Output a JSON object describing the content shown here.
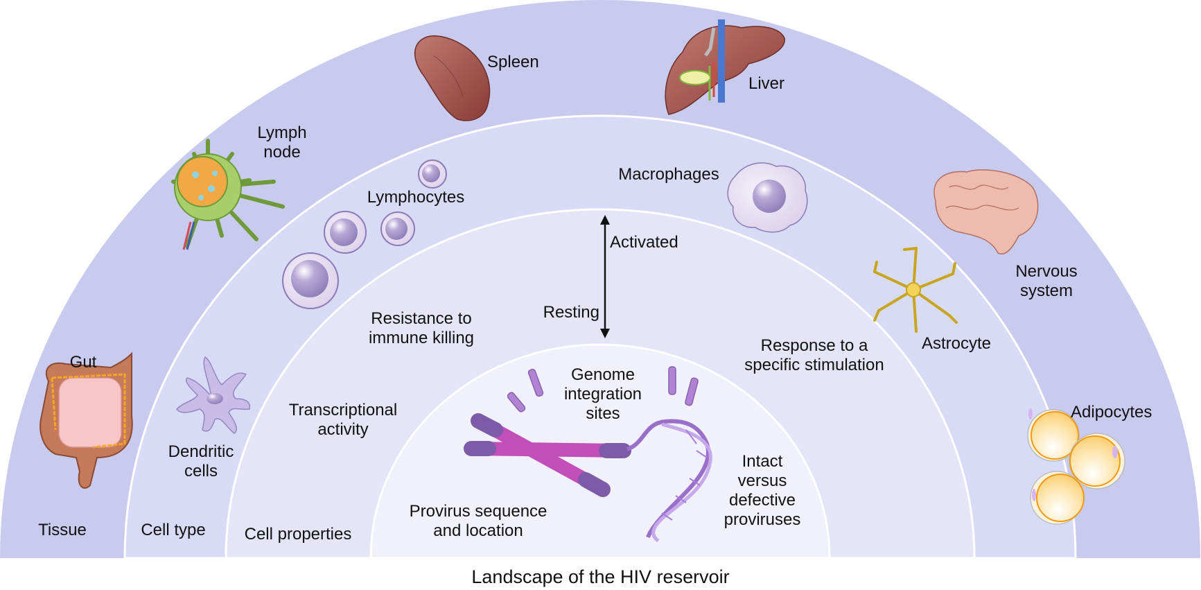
{
  "caption": "Landscape of the HIV reservoir",
  "rings": [
    {
      "name": "Tissue",
      "label": "Tissue",
      "color": "#c8cbee"
    },
    {
      "name": "Cell type",
      "label": "Cell type",
      "color": "#d8dbf5"
    },
    {
      "name": "Cell properties",
      "label": "Cell properties",
      "color": "#e4e6f7"
    },
    {
      "name": "Provirus",
      "label": "",
      "color": "#f0f1fb"
    }
  ],
  "tissue_items": {
    "gut": "Gut",
    "lymph_node": "Lymph\nnode",
    "spleen": "Spleen",
    "liver": "Liver",
    "nervous_system": "Nervous\nsystem",
    "adipocytes": "Adipocytes"
  },
  "cell_type_items": {
    "dendritic_cells": "Dendritic\ncells",
    "lymphocytes": "Lymphocytes",
    "macrophages": "Macrophages",
    "astrocyte": "Astrocyte"
  },
  "cell_property_items": {
    "transcriptional_activity": "Transcriptional\nactivity",
    "resistance": "Resistance to\nimmune killing",
    "activated": "Activated",
    "resting": "Resting",
    "response": "Response to a\nspecific stimulation"
  },
  "provirus_items": {
    "genome_integration_sites": "Genome\nintegration\nsites",
    "provirus_sequence": "Provirus sequence\nand location",
    "intact_vs_defective": "Intact\nversus\ndefective\nproviruses"
  },
  "colors": {
    "organ_red": "#9b4a45",
    "lymph_green": "#8cbf4e",
    "cell_purple": "#a99acb",
    "chromosome_magenta": "#c24fb8",
    "dna_purple": "#9a6fc9",
    "astrocyte_gold": "#d8b52a",
    "adipocyte_yellow": "#fbd88c",
    "brain_pink": "#e9b5a6"
  }
}
